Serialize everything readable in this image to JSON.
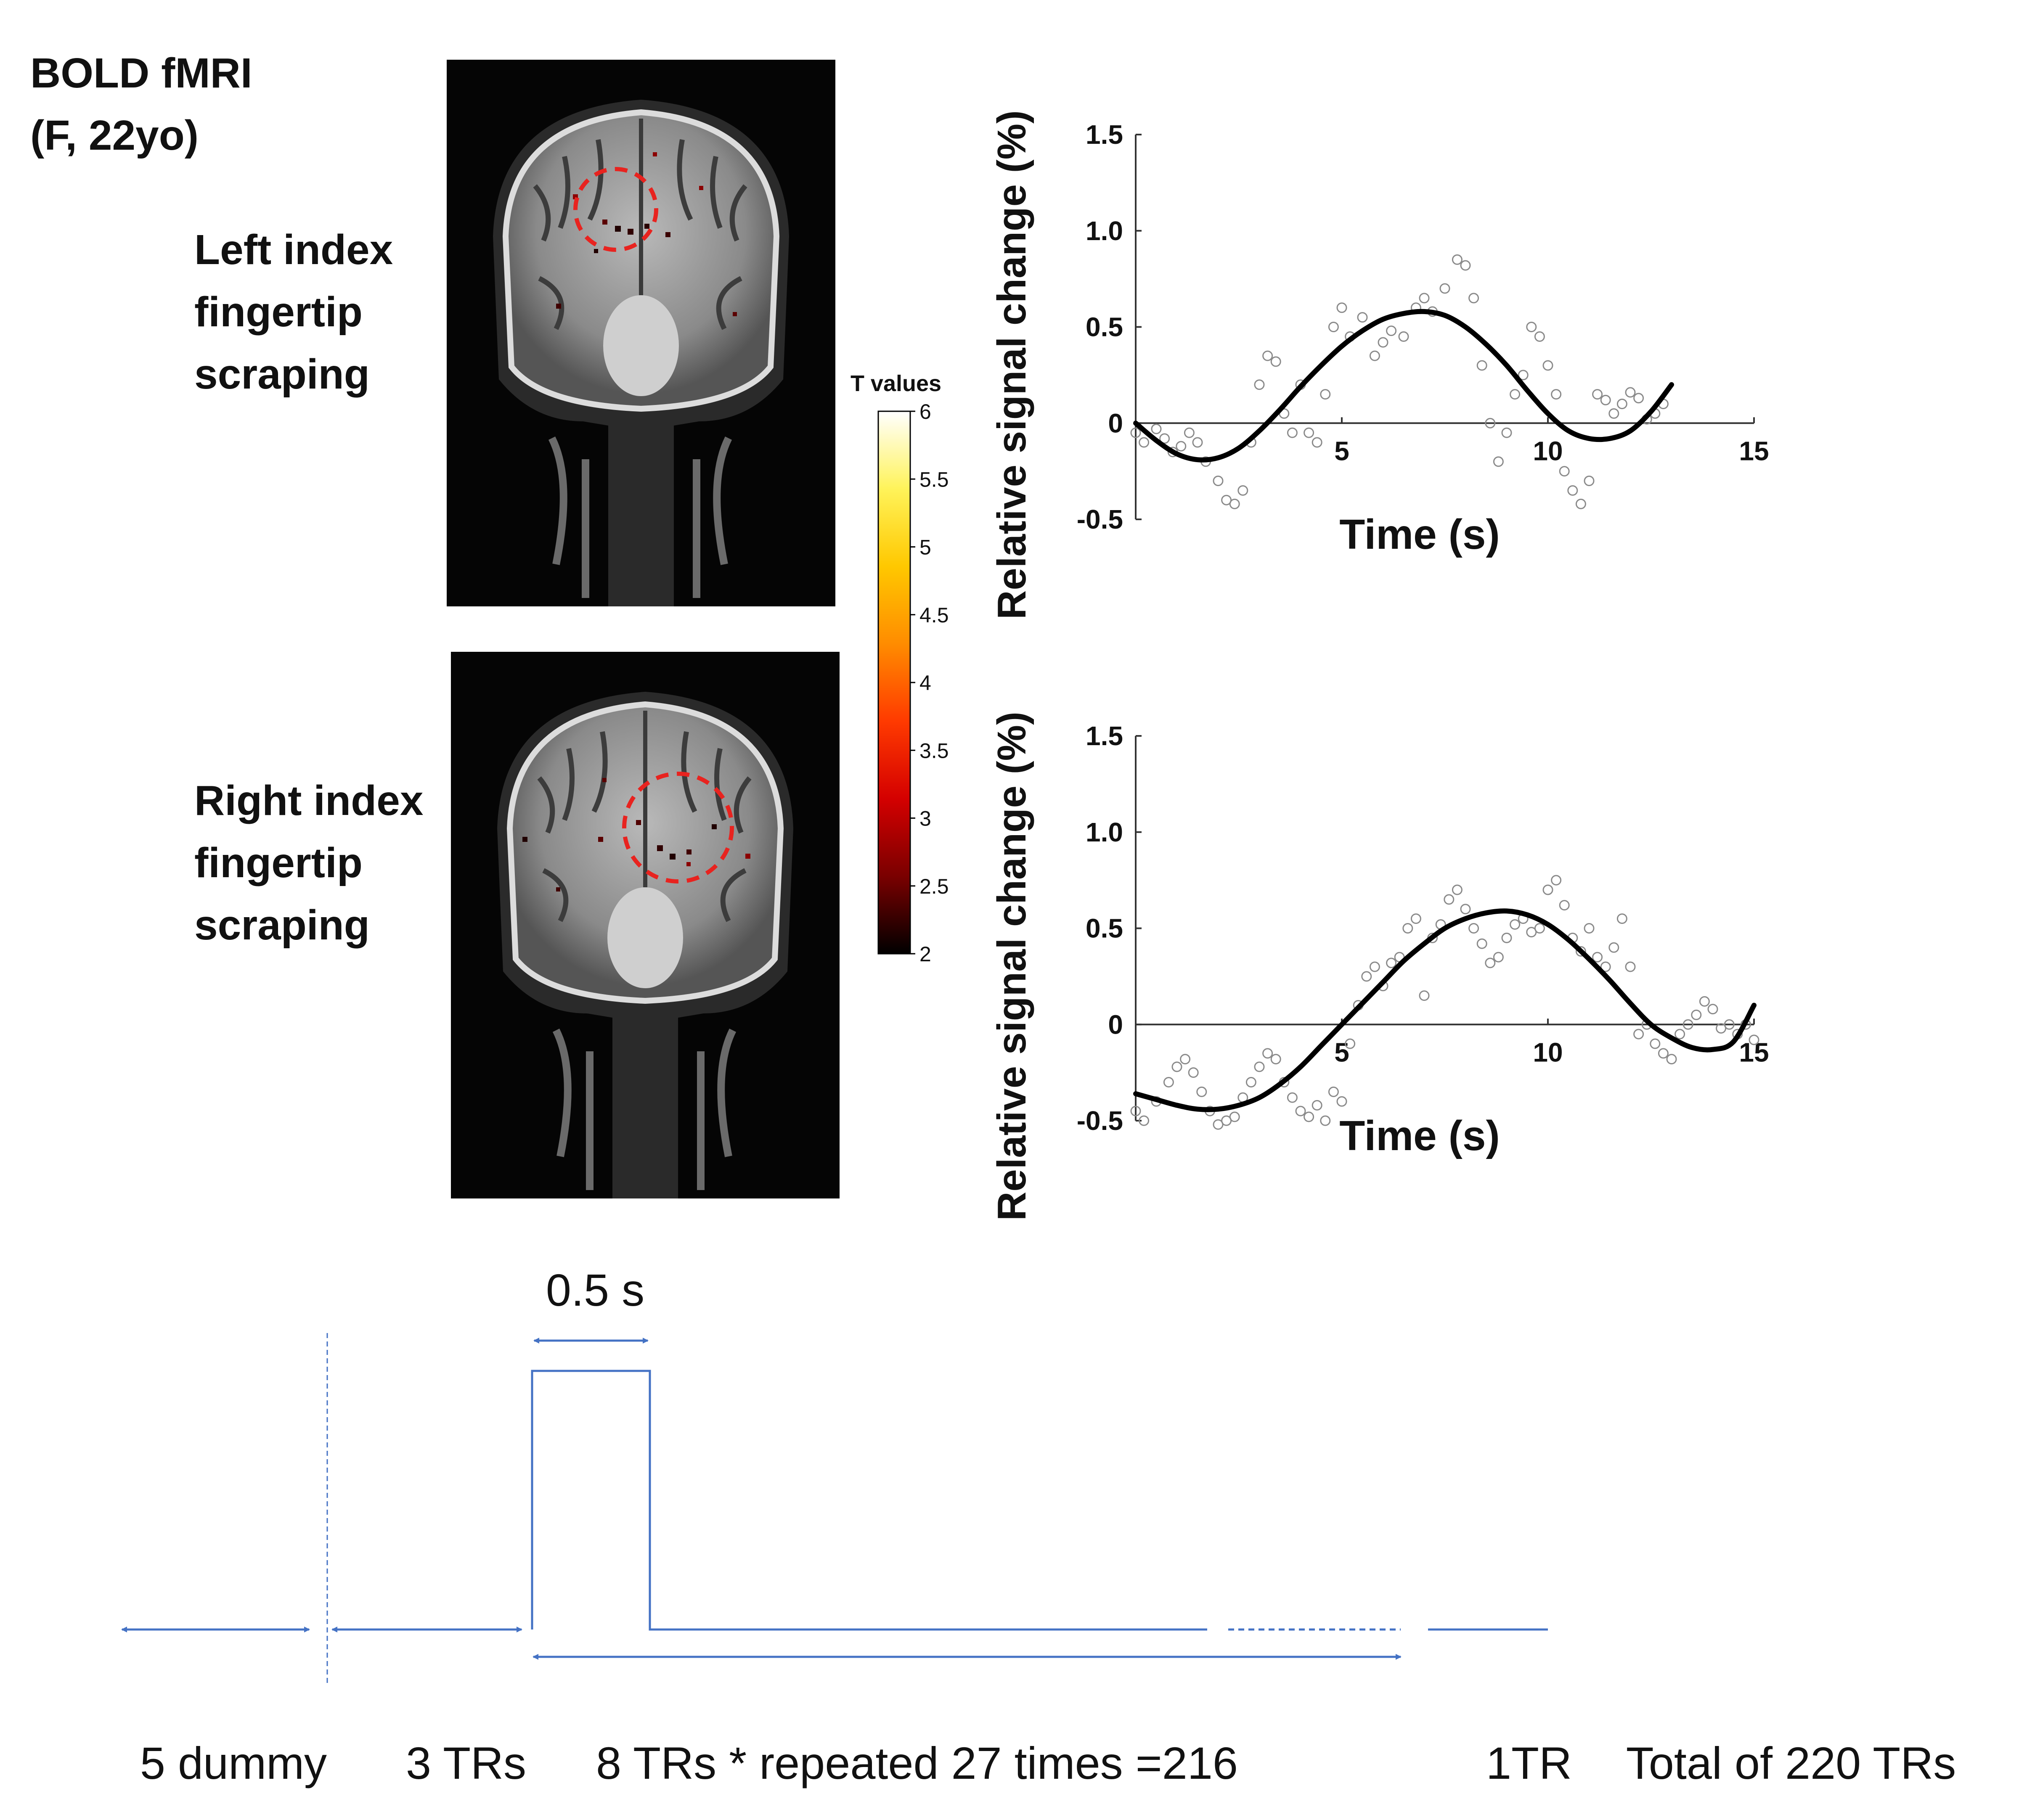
{
  "header": {
    "line1": "BOLD fMRI",
    "line2": "(F, 22yo)"
  },
  "conditions": [
    {
      "line1": "Left index",
      "line2": "fingertip",
      "line3": "scraping"
    },
    {
      "line1": "Right index",
      "line2": "fingertip",
      "line3": "scraping"
    }
  ],
  "colorbar": {
    "title": "T values",
    "ticks": [
      "6",
      "5.5",
      "5",
      "4.5",
      "4",
      "3.5",
      "3",
      "2.5",
      "2"
    ],
    "colors": [
      "#ffffff",
      "#fff35a",
      "#ffc800",
      "#ff8c00",
      "#ff3a00",
      "#d40000",
      "#7a0000",
      "#000000"
    ]
  },
  "chart_data": [
    {
      "type": "line",
      "xlabel": "Time (s)",
      "ylabel": "Relative signal change (%)",
      "xlim": [
        0,
        15
      ],
      "ylim": [
        -0.5,
        1.5
      ],
      "xticks": [
        "5",
        "10",
        "15"
      ],
      "yticks": [
        "1.5",
        "1.0",
        "0.5",
        "0",
        "-0.5"
      ],
      "fit_curve": {
        "x": [
          0,
          0.5,
          1,
          1.5,
          2,
          2.5,
          3,
          3.5,
          4,
          4.5,
          5,
          5.5,
          6,
          6.5,
          7,
          7.5,
          8,
          8.5,
          9,
          9.5,
          10,
          10.5,
          11,
          11.5,
          12,
          12.5,
          13
        ],
        "y": [
          0.0,
          -0.09,
          -0.16,
          -0.19,
          -0.18,
          -0.13,
          -0.04,
          0.07,
          0.19,
          0.3,
          0.4,
          0.48,
          0.54,
          0.57,
          0.58,
          0.56,
          0.5,
          0.41,
          0.3,
          0.17,
          0.05,
          -0.04,
          -0.08,
          -0.08,
          -0.04,
          0.06,
          0.2
        ]
      },
      "observations": {
        "x": [
          0,
          0.2,
          0.5,
          0.7,
          0.9,
          1.1,
          1.3,
          1.5,
          1.7,
          2.0,
          2.2,
          2.4,
          2.6,
          2.8,
          3.0,
          3.2,
          3.4,
          3.6,
          3.8,
          4.0,
          4.2,
          4.4,
          4.6,
          4.8,
          5.0,
          5.2,
          5.5,
          5.8,
          6.0,
          6.2,
          6.5,
          6.8,
          7.0,
          7.2,
          7.5,
          7.8,
          8.0,
          8.2,
          8.4,
          8.6,
          8.8,
          9.0,
          9.2,
          9.4,
          9.6,
          9.8,
          10.0,
          10.2,
          10.4,
          10.6,
          10.8,
          11.0,
          11.2,
          11.4,
          11.6,
          11.8,
          12.0,
          12.2,
          12.4,
          12.6,
          12.8
        ],
        "y": [
          -0.05,
          -0.1,
          -0.03,
          -0.08,
          -0.15,
          -0.12,
          -0.05,
          -0.1,
          -0.2,
          -0.3,
          -0.4,
          -0.42,
          -0.35,
          -0.1,
          0.2,
          0.35,
          0.32,
          0.05,
          -0.05,
          0.2,
          -0.05,
          -0.1,
          0.15,
          0.5,
          0.6,
          0.45,
          0.55,
          0.35,
          0.42,
          0.48,
          0.45,
          0.6,
          0.65,
          0.58,
          0.7,
          0.85,
          0.82,
          0.65,
          0.3,
          0.0,
          -0.2,
          -0.05,
          0.15,
          0.25,
          0.5,
          0.45,
          0.3,
          0.15,
          -0.25,
          -0.35,
          -0.42,
          -0.3,
          0.15,
          0.12,
          0.05,
          0.1,
          0.16,
          0.13,
          0.02,
          0.05,
          0.1
        ]
      }
    },
    {
      "type": "line",
      "xlabel": "Time (s)",
      "ylabel": "Relative signal change (%)",
      "xlim": [
        0,
        15
      ],
      "ylim": [
        -0.5,
        1.5
      ],
      "xticks": [
        "5",
        "10",
        "15"
      ],
      "yticks": [
        "1.5",
        "1.0",
        "0.5",
        "0",
        "-0.5"
      ],
      "fit_curve": {
        "x": [
          0,
          0.5,
          1,
          1.5,
          2,
          2.5,
          3,
          3.5,
          4,
          4.5,
          5,
          5.5,
          6,
          6.5,
          7,
          7.5,
          8,
          8.5,
          9,
          9.5,
          10,
          10.5,
          11,
          11.5,
          12,
          12.5,
          13,
          13.5,
          14,
          14.5,
          15
        ],
        "y": [
          -0.36,
          -0.39,
          -0.42,
          -0.44,
          -0.44,
          -0.42,
          -0.38,
          -0.31,
          -0.22,
          -0.11,
          0.0,
          0.11,
          0.22,
          0.33,
          0.42,
          0.5,
          0.55,
          0.58,
          0.59,
          0.57,
          0.52,
          0.44,
          0.34,
          0.23,
          0.11,
          0.0,
          -0.07,
          -0.12,
          -0.13,
          -0.09,
          0.1
        ]
      },
      "observations": {
        "x": [
          0,
          0.2,
          0.5,
          0.8,
          1.0,
          1.2,
          1.4,
          1.6,
          1.8,
          2.0,
          2.2,
          2.4,
          2.6,
          2.8,
          3.0,
          3.2,
          3.4,
          3.6,
          3.8,
          4.0,
          4.2,
          4.4,
          4.6,
          4.8,
          5.0,
          5.2,
          5.4,
          5.6,
          5.8,
          6.0,
          6.2,
          6.4,
          6.6,
          6.8,
          7.0,
          7.2,
          7.4,
          7.6,
          7.8,
          8.0,
          8.2,
          8.4,
          8.6,
          8.8,
          9.0,
          9.2,
          9.4,
          9.6,
          9.8,
          10.0,
          10.2,
          10.4,
          10.6,
          10.8,
          11.0,
          11.2,
          11.4,
          11.6,
          11.8,
          12.0,
          12.2,
          12.4,
          12.6,
          12.8,
          13.0,
          13.2,
          13.4,
          13.6,
          13.8,
          14.0,
          14.2,
          14.4,
          14.6,
          14.8,
          15.0
        ],
        "y": [
          -0.45,
          -0.5,
          -0.4,
          -0.3,
          -0.22,
          -0.18,
          -0.25,
          -0.35,
          -0.45,
          -0.52,
          -0.5,
          -0.48,
          -0.38,
          -0.3,
          -0.22,
          -0.15,
          -0.18,
          -0.3,
          -0.38,
          -0.45,
          -0.48,
          -0.42,
          -0.5,
          -0.35,
          -0.4,
          -0.1,
          0.1,
          0.25,
          0.3,
          0.2,
          0.32,
          0.35,
          0.5,
          0.55,
          0.15,
          0.45,
          0.52,
          0.65,
          0.7,
          0.6,
          0.5,
          0.42,
          0.32,
          0.35,
          0.45,
          0.52,
          0.55,
          0.48,
          0.5,
          0.7,
          0.75,
          0.62,
          0.45,
          0.38,
          0.5,
          0.35,
          0.3,
          0.4,
          0.55,
          0.3,
          -0.05,
          0.0,
          -0.1,
          -0.15,
          -0.18,
          -0.05,
          0.0,
          0.05,
          0.12,
          0.08,
          -0.02,
          0.0,
          -0.05,
          0.0,
          -0.08
        ]
      }
    }
  ],
  "timeline": {
    "pulse_label": "0.5 s",
    "labels": [
      "5 dummy",
      "3 TRs",
      "8 TRs * repeated 27 times =216",
      "1TR",
      "Total of 220 TRs"
    ],
    "line_color": "#4472c4"
  }
}
